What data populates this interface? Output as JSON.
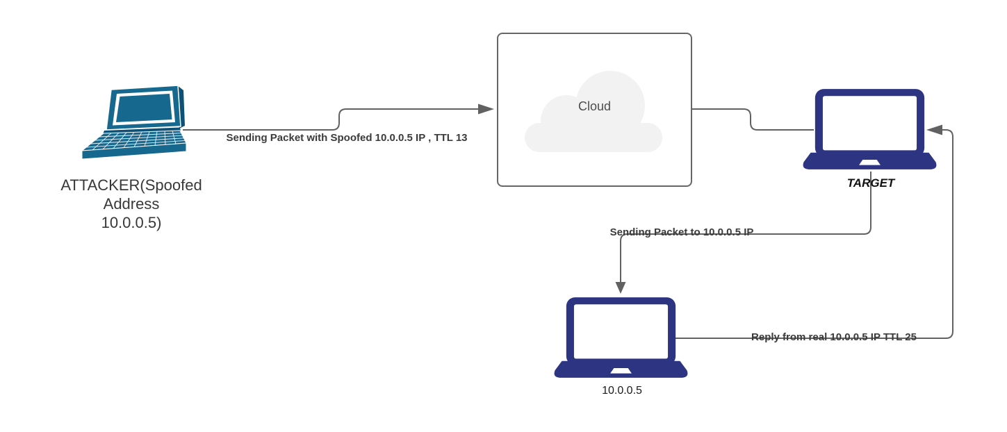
{
  "nodes": {
    "attacker": {
      "label_lines": [
        "ATTACKER(Spoofed",
        "Address",
        "10.0.0.5)"
      ],
      "icon": "laptop-3d-icon",
      "color": "#16688f"
    },
    "cloud": {
      "label": "Cloud",
      "icon": "cloud-icon",
      "fill": "#f2f2f2",
      "border_color": "#666666"
    },
    "target": {
      "label": "TARGET",
      "icon": "laptop-icon",
      "color": "#2d3583"
    },
    "real_host": {
      "label": "10.0.0.5",
      "icon": "laptop-icon",
      "color": "#2d3583"
    }
  },
  "edges": [
    {
      "from": "attacker",
      "to": "cloud",
      "label": "Sending Packet with Spoofed 10.0.0.5 IP , TTL 13"
    },
    {
      "from": "cloud",
      "to": "target",
      "label": ""
    },
    {
      "from": "target",
      "to": "real_host",
      "label": "Sending Packet to 10.0.0.5 IP"
    },
    {
      "from": "real_host",
      "to": "target",
      "label": "Reply from real 10.0.0.5 IP TTL 25"
    }
  ],
  "colors": {
    "connector": "#616161",
    "edge_label_text": "#3b3b3b",
    "node_label_text": "#383838"
  }
}
